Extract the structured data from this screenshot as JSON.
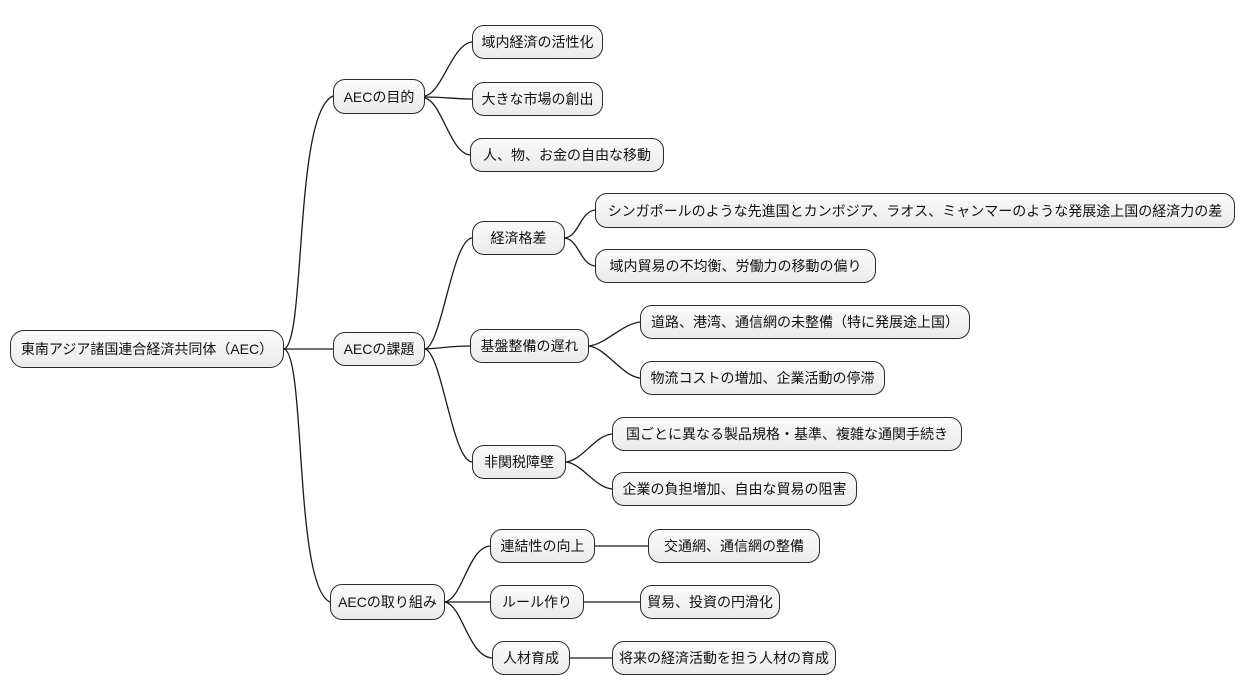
{
  "mindmap": {
    "type": "mindmap",
    "root": {
      "label": "東南アジア諸国連合経済共同体（AEC）"
    },
    "branches": [
      {
        "label": "AECの目的",
        "children": [
          {
            "label": "域内経済の活性化"
          },
          {
            "label": "大きな市場の創出"
          },
          {
            "label": "人、物、お金の自由な移動"
          }
        ]
      },
      {
        "label": "AECの課題",
        "children": [
          {
            "label": "経済格差",
            "children": [
              {
                "label": "シンガポールのような先進国とカンボジア、ラオス、ミャンマーのような発展途上国の経済力の差"
              },
              {
                "label": "域内貿易の不均衡、労働力の移動の偏り"
              }
            ]
          },
          {
            "label": "基盤整備の遅れ",
            "children": [
              {
                "label": "道路、港湾、通信網の未整備（特に発展途上国）"
              },
              {
                "label": "物流コストの増加、企業活動の停滞"
              }
            ]
          },
          {
            "label": "非関税障壁",
            "children": [
              {
                "label": "国ごとに異なる製品規格・基準、複雑な通関手続き"
              },
              {
                "label": "企業の負担増加、自由な貿易の阻害"
              }
            ]
          }
        ]
      },
      {
        "label": "AECの取り組み",
        "children": [
          {
            "label": "連結性の向上",
            "children": [
              {
                "label": "交通網、通信網の整備"
              }
            ]
          },
          {
            "label": "ルール作り",
            "children": [
              {
                "label": "貿易、投資の円滑化"
              }
            ]
          },
          {
            "label": "人材育成",
            "children": [
              {
                "label": "将来の経済活動を担う人材の育成"
              }
            ]
          }
        ]
      }
    ],
    "colors": {
      "background": "#ffffff",
      "node_fill_top": "#fafafa",
      "node_fill_bottom": "#ebebeb",
      "node_border": "#2a2a2a",
      "edge": "#1a1a1a",
      "text": "#111111"
    }
  }
}
